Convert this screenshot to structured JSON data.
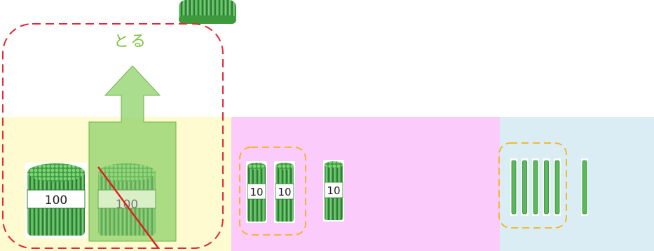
{
  "action_label": "とる",
  "hundreds_bundles": [
    {
      "label": "100",
      "state": "present"
    },
    {
      "label": "100",
      "state": "removed"
    }
  ],
  "tens_bundles": [
    {
      "label": "10",
      "grouped": true
    },
    {
      "label": "10",
      "grouped": true
    },
    {
      "label": "10",
      "grouped": false
    }
  ],
  "ones_sticks": {
    "grouped_count": 5,
    "single_count": 1
  },
  "colors": {
    "hundreds_area": "#fffbd0",
    "tens_area": "#fbcbfb",
    "ones_area": "#daedf4",
    "stick_green": "#5cb85c",
    "stick_dark": "#2e8b2e",
    "arrow_green": "#8fd16a",
    "take_group_border": "#e0283a",
    "small_group_border": "#f5b21a",
    "cross_out": "#e02020"
  }
}
